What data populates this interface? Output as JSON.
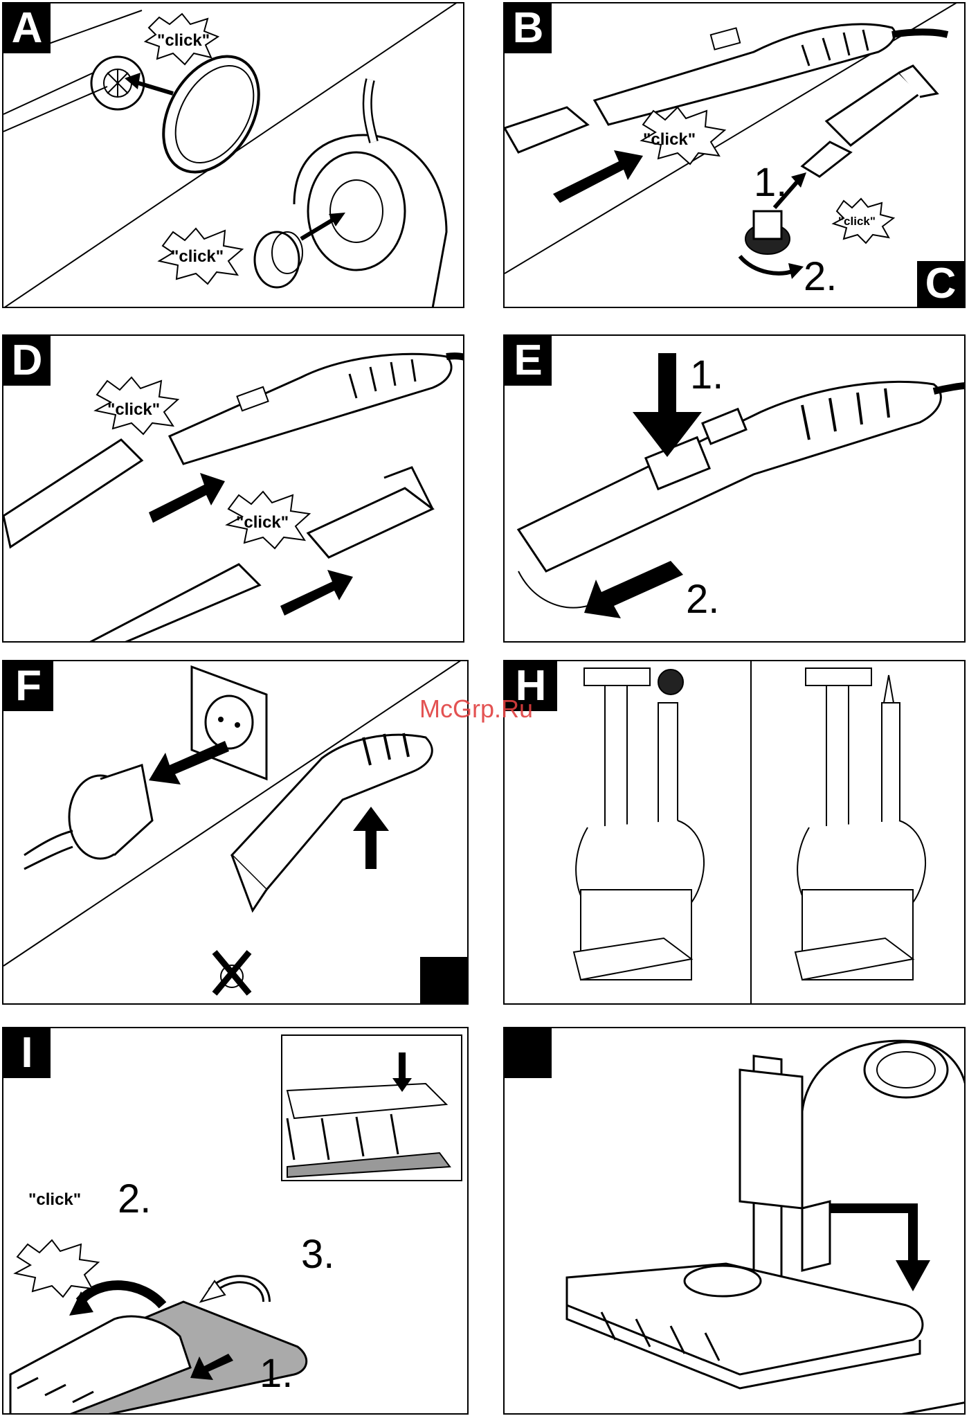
{
  "panels": {
    "A": {
      "letter": "A",
      "click_1": "\"click\"",
      "click_2": "\"click\""
    },
    "B": {
      "letter": "B",
      "click_1": "\"click\""
    },
    "C": {
      "letter": "C",
      "click_1": "\"click\"",
      "step_1": "1.",
      "step_2": "2."
    },
    "D": {
      "letter": "D",
      "click_1": "\"click\"",
      "click_2": "\"click\""
    },
    "E": {
      "letter": "E",
      "step_1": "1.",
      "step_2": "2."
    },
    "F": {
      "letter": "F"
    },
    "H": {
      "letter": "H"
    },
    "I": {
      "letter": "I",
      "click_1": "\"click\"",
      "step_1": "1.",
      "step_2": "2.",
      "step_3": "3."
    },
    "J": {
      "letter": ""
    }
  },
  "watermark": "McGrp.Ru"
}
